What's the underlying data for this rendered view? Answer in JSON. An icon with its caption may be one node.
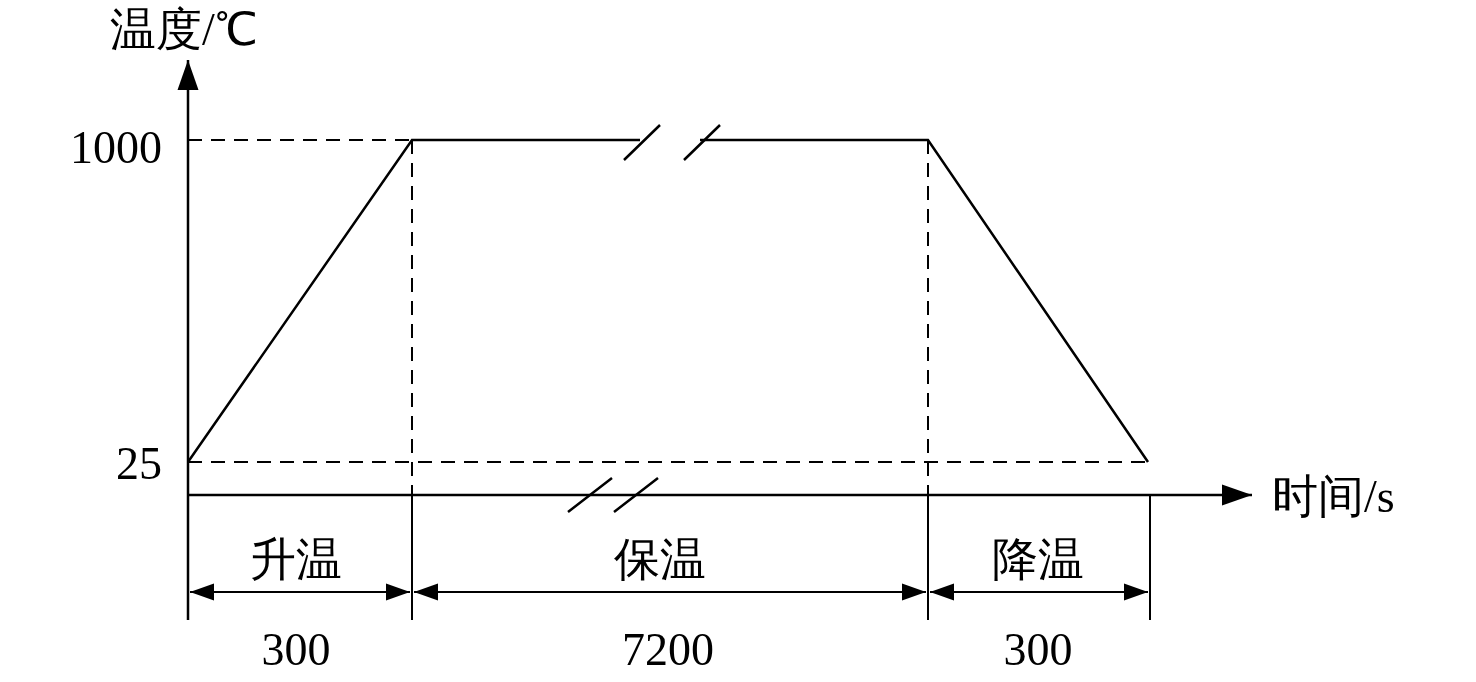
{
  "diagram": {
    "labels": [
      "温度/℃",
      "1000",
      "25",
      "时间/s",
      "升温",
      "保温",
      "降温",
      "300",
      "7200",
      "300"
    ]
  }
}
